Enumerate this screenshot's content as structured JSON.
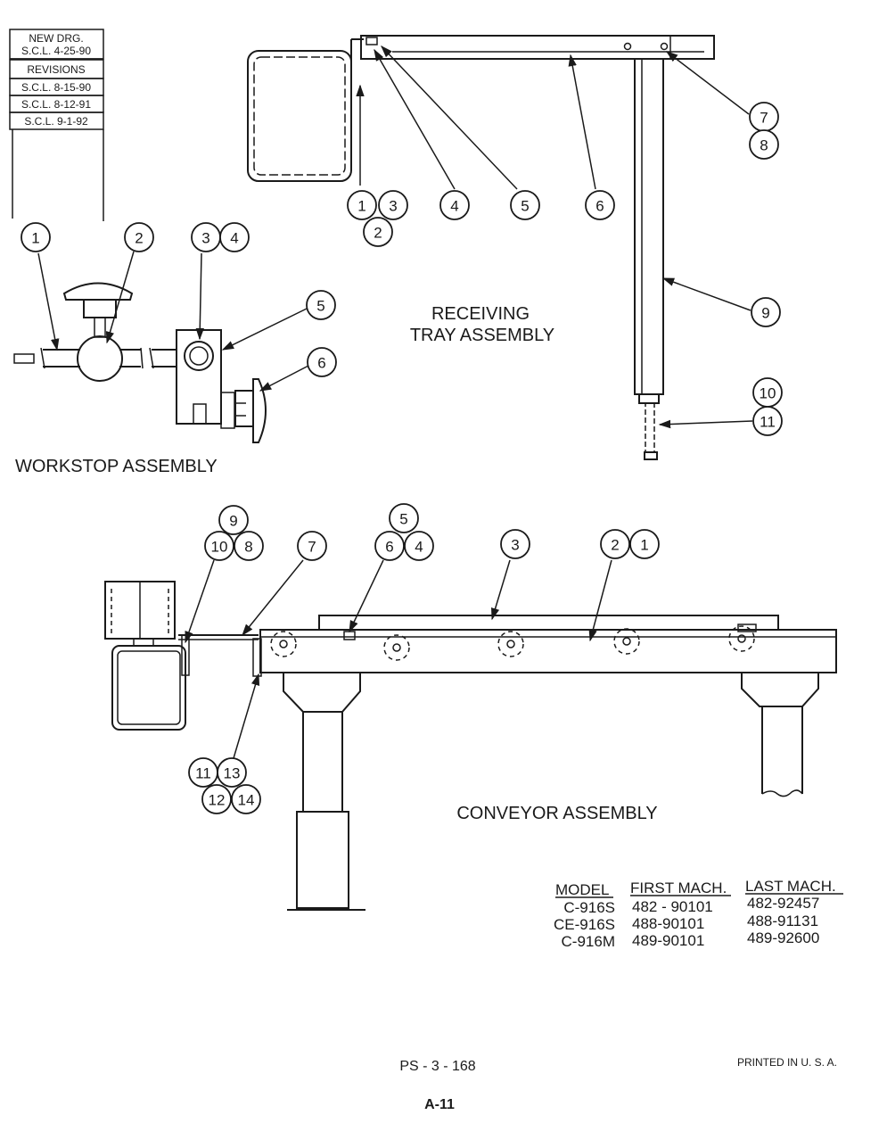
{
  "revisions_block": {
    "new_drg_label": "NEW DRG.",
    "new_drg_entry": "S.C.L. 4-25-90",
    "revisions_label": "REVISIONS",
    "entries": [
      "S.C.L. 8-15-90",
      "S.C.L. 8-12-91",
      "S.C.L. 9-1-92"
    ]
  },
  "receiving_tray": {
    "title_line1": "RECEIVING",
    "title_line2": "TRAY ASSEMBLY",
    "callouts": [
      "1",
      "3",
      "2",
      "4",
      "5",
      "6",
      "7",
      "8",
      "9",
      "10",
      "11"
    ]
  },
  "workstop": {
    "title": "WORKSTOP ASSEMBLY",
    "callouts": [
      "1",
      "2",
      "3",
      "4",
      "5",
      "6"
    ]
  },
  "conveyor": {
    "title": "CONVEYOR ASSEMBLY",
    "callouts": [
      "9",
      "10",
      "8",
      "7",
      "5",
      "6",
      "4",
      "3",
      "2",
      "1",
      "11",
      "13",
      "12",
      "14"
    ]
  },
  "model_table": {
    "headers": [
      "MODEL",
      "FIRST MACH.",
      "LAST MACH."
    ],
    "rows": [
      [
        "C-916S",
        "482 - 90101",
        "482-92457"
      ],
      [
        "CE-916S",
        "488-90101",
        "488-91131"
      ],
      [
        "C-916M",
        "489-90101",
        "489-92600"
      ]
    ]
  },
  "footer": {
    "doc_number": "PS - 3 - 168",
    "page_number": "A-11",
    "printed": "PRINTED  IN  U. S. A."
  }
}
